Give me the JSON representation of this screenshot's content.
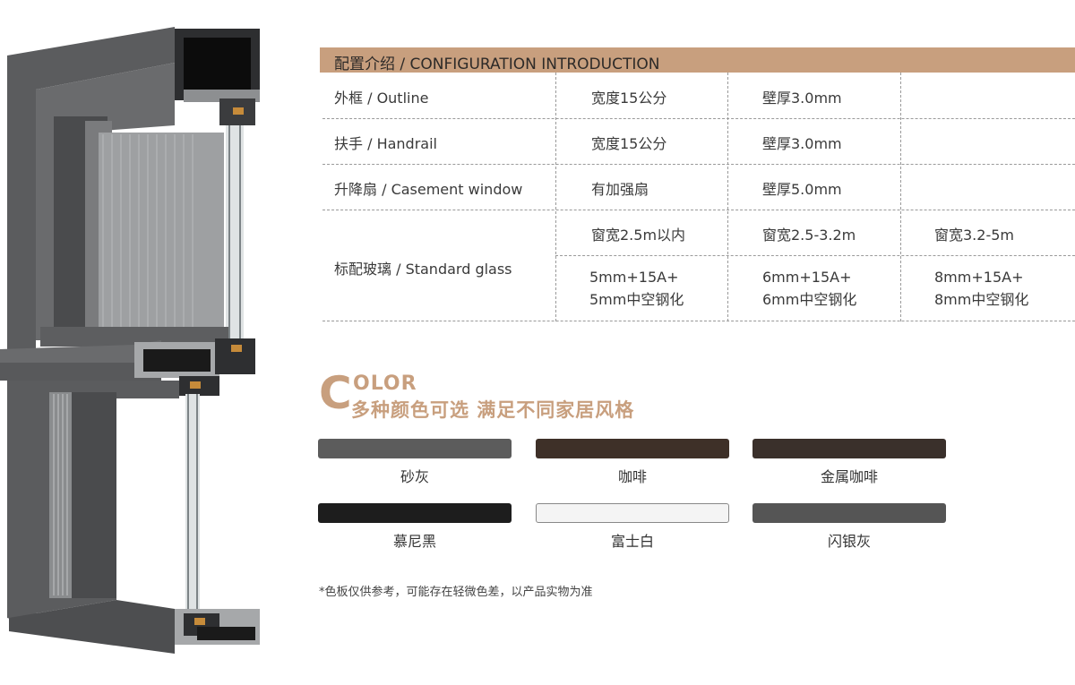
{
  "config": {
    "title": "配置介绍 / CONFIGURATION INTRODUCTION",
    "rows": [
      {
        "label": "外框 / Outline",
        "c1": "宽度15公分",
        "c2": "壁厚3.0mm",
        "c3": ""
      },
      {
        "label": "扶手 / Handrail",
        "c1": "宽度15公分",
        "c2": "壁厚3.0mm",
        "c3": ""
      },
      {
        "label": "升降扇 / Casement window",
        "c1": "有加强扇",
        "c2": "壁厚5.0mm",
        "c3": ""
      }
    ],
    "glass": {
      "label": "标配玻璃 / Standard glass",
      "widths": [
        "窗宽2.5m以内",
        "窗宽2.5-3.2m",
        "窗宽3.2-5m"
      ],
      "specs_line1": [
        "5mm+15A+",
        "6mm+15A+",
        "8mm+15A+"
      ],
      "specs_line2": [
        "5mm中空钢化",
        "6mm中空钢化",
        "8mm中空钢化"
      ]
    }
  },
  "color": {
    "big_letter": "C",
    "rest_letters": "OLOR",
    "subtitle": "多种颜色可选 满足不同家居风格",
    "swatches": [
      {
        "name": "砂灰",
        "color": "#5c5c5c"
      },
      {
        "name": "咖啡",
        "color": "#3e3028"
      },
      {
        "name": "金属咖啡",
        "color": "#3a302b"
      },
      {
        "name": "慕尼黑",
        "color": "#1d1d1d"
      },
      {
        "name": "富士白",
        "color": "#f4f4f4"
      },
      {
        "name": "闪银灰",
        "color": "#555555"
      }
    ],
    "footnote": "*色板仅供参考，可能存在轻微色差，以产品实物为准"
  }
}
